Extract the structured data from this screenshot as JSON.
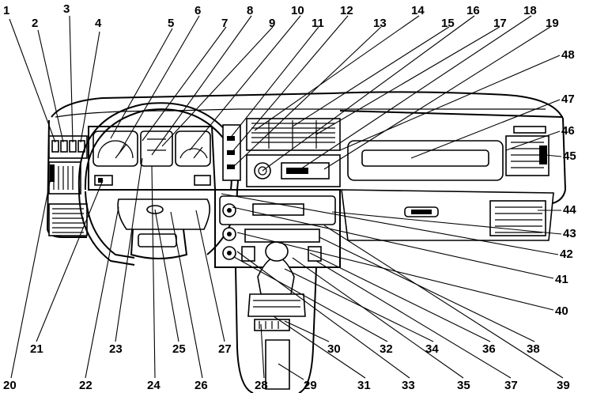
{
  "figure": {
    "callouts": [
      "1",
      "2",
      "3",
      "4",
      "5",
      "6",
      "7",
      "8",
      "9",
      "10",
      "11",
      "12",
      "13",
      "14",
      "15",
      "16",
      "17",
      "18",
      "19",
      "20",
      "21",
      "22",
      "23",
      "24",
      "25",
      "26",
      "27",
      "28",
      "29",
      "30",
      "31",
      "32",
      "33",
      "34",
      "35",
      "36",
      "37",
      "38",
      "39",
      "40",
      "41",
      "42",
      "43",
      "44",
      "45",
      "46",
      "47",
      "48"
    ]
  }
}
